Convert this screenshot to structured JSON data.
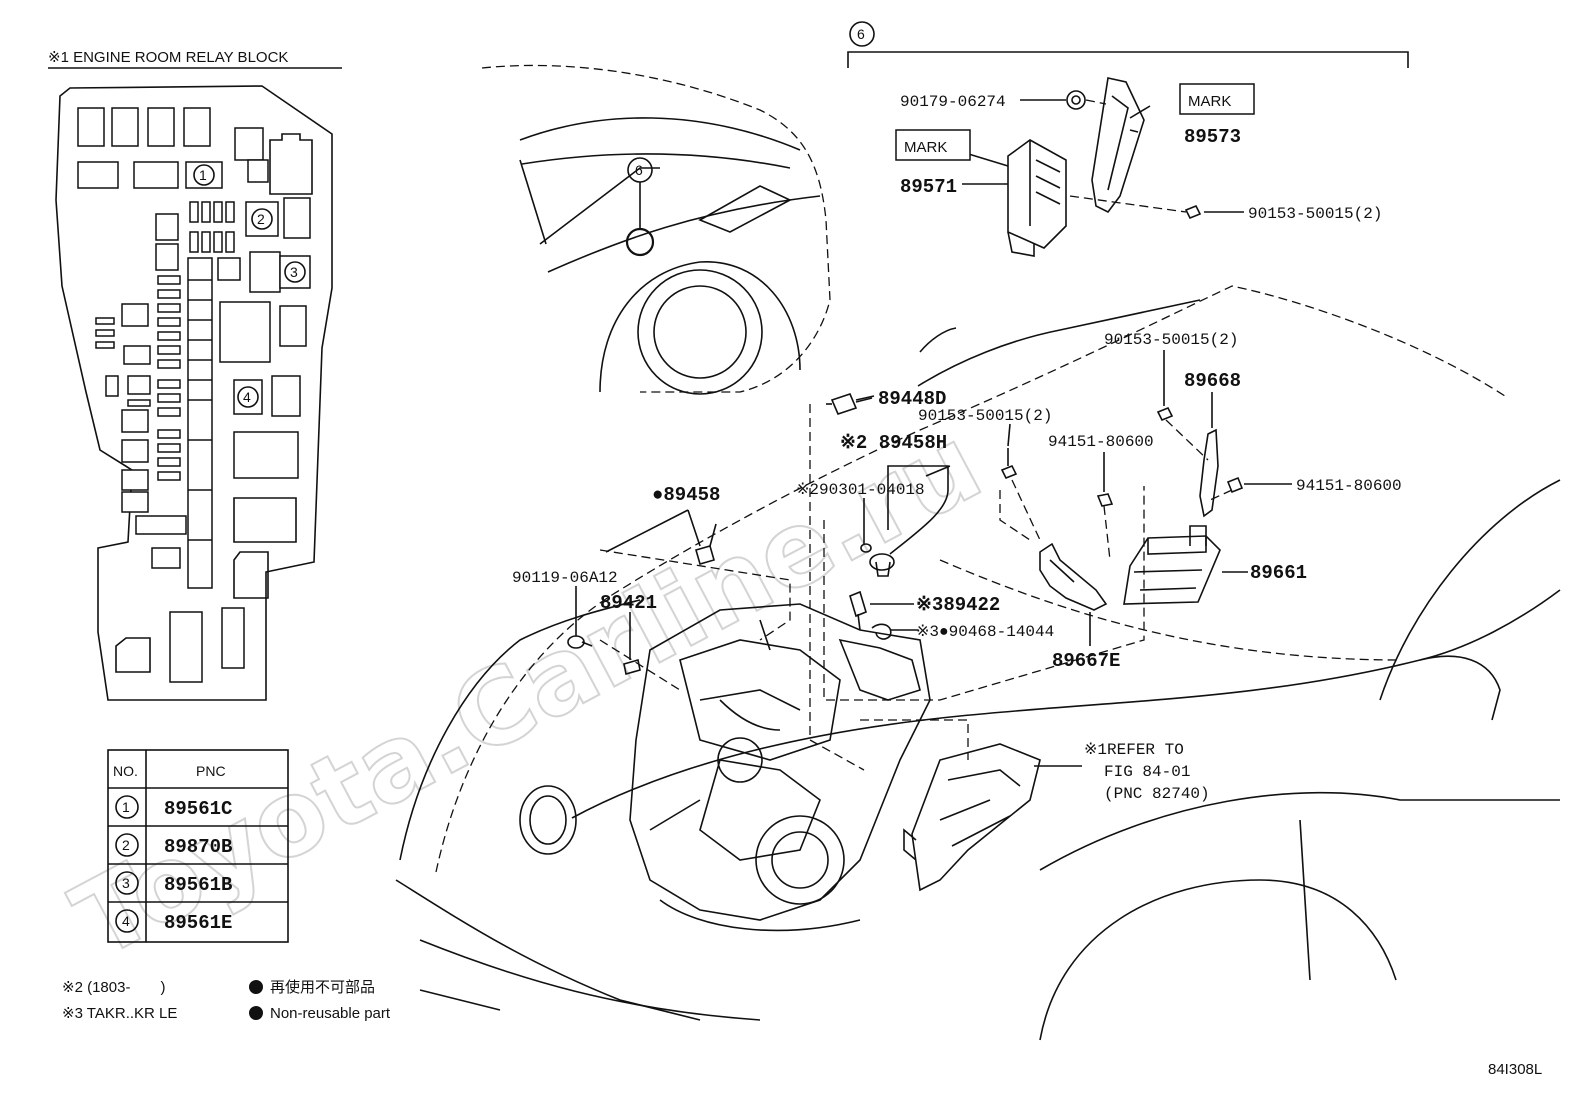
{
  "watermark": "Toyota.Carline.ru",
  "relay_block": {
    "title": "※1 ENGINE ROOM RELAY BLOCK",
    "positions": [
      "1",
      "2",
      "3",
      "4"
    ]
  },
  "pnc_table": {
    "headers": [
      "NO.",
      "PNC"
    ],
    "rows": [
      {
        "no": "1",
        "pnc": "89561C"
      },
      {
        "no": "2",
        "pnc": "89870B"
      },
      {
        "no": "3",
        "pnc": "89561B"
      },
      {
        "no": "4",
        "pnc": "89561E"
      }
    ]
  },
  "notes": {
    "n2": "※2 (1803-　　)",
    "n3": "※3 TAKR..KR LE",
    "legend_jp": "再使用不可部品",
    "legend_en": "Non-reusable part"
  },
  "group_six": "6",
  "callouts": {
    "p90179": "90179-06274",
    "mark_top": "MARK",
    "p89573": "89573",
    "mark_left": "MARK",
    "p89571": "89571",
    "p90153_top": "90153-50015(2)",
    "p90153_mid": "90153-50015(2)",
    "p89668": "89668",
    "p89448d": "89448D",
    "p90153_left": "90153-50015(2)",
    "p94151_left": "94151-80600",
    "p94151_right": "94151-80600",
    "p89458h": "※2 89458H",
    "p89458": "●89458",
    "p90301": "※290301-04018",
    "p89661": "89661",
    "p90119": "90119-06A12",
    "p89421": "89421",
    "p89422": "※389422",
    "p90468": "※3●90468-14044",
    "p89667e": "89667E",
    "refer_1": "※1REFER TO",
    "refer_2": "FIG 84-01",
    "refer_3": "(PNC 82740)"
  },
  "figure_id": "84I308L"
}
